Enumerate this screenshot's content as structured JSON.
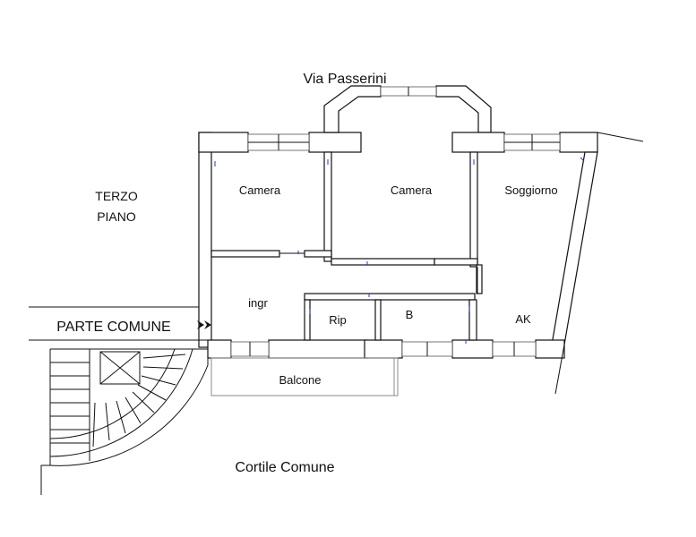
{
  "street": "Via Passerini",
  "floor": {
    "line1": "TERZO",
    "line2": "PIANO"
  },
  "shared_area": "PARTE COMUNE",
  "rooms": {
    "camera_left": "Camera",
    "camera_center": "Camera",
    "soggiorno": "Soggiorno",
    "ingresso": "ingr",
    "ripostiglio": "Rip",
    "bagno": "B",
    "angolo_cottura": "AK",
    "balcone": "Balcone"
  },
  "courtyard": "Cortile Comune"
}
